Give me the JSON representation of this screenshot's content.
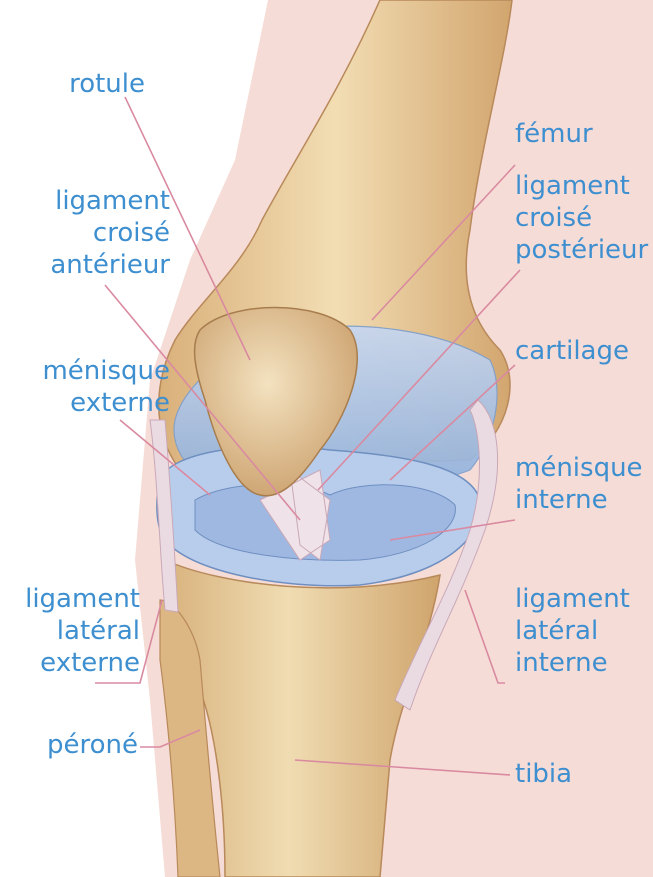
{
  "colors": {
    "label_text": "#3e8fd0",
    "leader_line": "#d98aa0",
    "background_skin": "#f6dcd6",
    "bone": "#e8cb9c",
    "cartilage": "#a9c4e8",
    "ligament": "#eadbe3"
  },
  "labels": {
    "rotule": [
      "rotule"
    ],
    "lca": [
      "ligament",
      "croisé",
      "antérieur"
    ],
    "menisque_externe": [
      "ménisque",
      "externe"
    ],
    "ligament_lateral_externe": [
      "ligament",
      "latéral",
      "externe"
    ],
    "perone": [
      "péroné"
    ],
    "femur": [
      "fémur"
    ],
    "lcp": [
      "ligament",
      "croisé",
      "postérieur"
    ],
    "cartilage": [
      "cartilage"
    ],
    "menisque_interne": [
      "ménisque",
      "interne"
    ],
    "ligament_lateral_interne": [
      "ligament",
      "latéral",
      "interne"
    ],
    "tibia": [
      "tibia"
    ]
  }
}
